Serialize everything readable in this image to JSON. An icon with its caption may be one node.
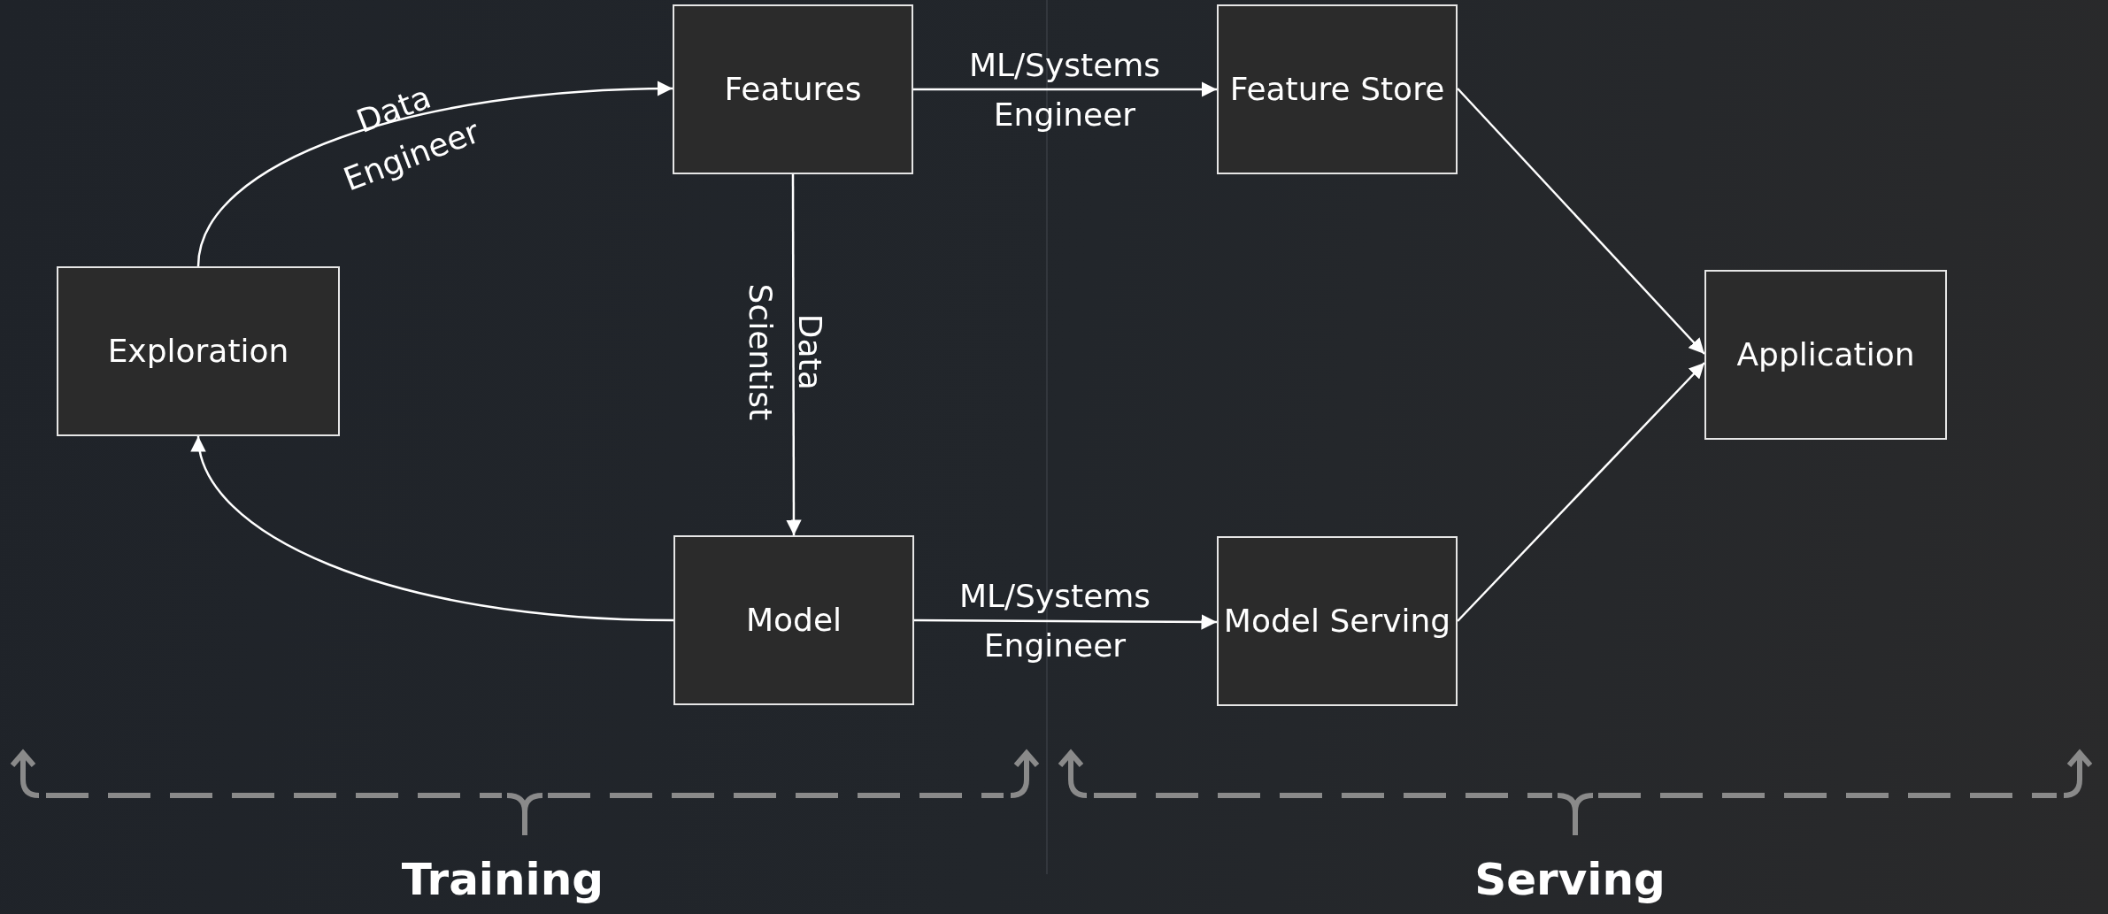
{
  "diagram": {
    "nodes": [
      {
        "text": [
          "Exploration"
        ]
      },
      {
        "text": [
          "Features"
        ]
      },
      {
        "text": [
          "Feature Store"
        ]
      },
      {
        "text": [
          "Model"
        ]
      },
      {
        "text": [
          "Model Serving"
        ]
      },
      {
        "text": [
          "Application"
        ]
      }
    ],
    "edges": [
      {
        "from": 0,
        "to": 1,
        "arrow": "to",
        "label": "Data Engineer"
      },
      {
        "from": 1,
        "to": 2,
        "arrow": "to",
        "label": "ML/Systems Engineer"
      },
      {
        "from": 1,
        "to": 3,
        "arrow": "to",
        "label": "Data Scientist"
      },
      {
        "from": 3,
        "to": 0,
        "arrow": "to"
      },
      {
        "from": 3,
        "to": 4,
        "arrow": "to",
        "label": "ML/Systems Engineer"
      },
      {
        "from": 2,
        "to": 5,
        "arrow": "to"
      },
      {
        "from": 4,
        "to": 5,
        "arrow": "to"
      }
    ],
    "labels": [
      "Training",
      "Serving"
    ]
  }
}
